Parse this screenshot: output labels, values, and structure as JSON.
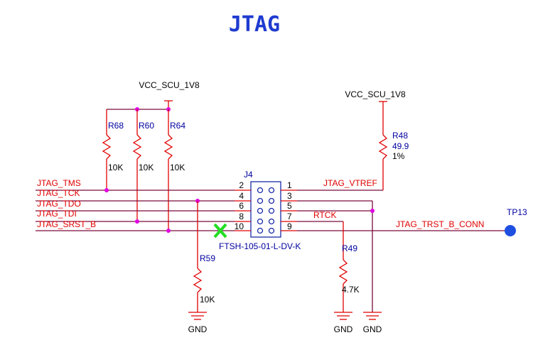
{
  "title": "JTAG",
  "power": {
    "left": "VCC_SCU_1V8",
    "right": "VCC_SCU_1V8"
  },
  "resistors": {
    "r68": {
      "ref": "R68",
      "value": "10K"
    },
    "r60": {
      "ref": "R60",
      "value": "10K"
    },
    "r64": {
      "ref": "R64",
      "value": "10K"
    },
    "r48": {
      "ref": "R48",
      "value": "49.9",
      "tolerance": "1%"
    },
    "r59": {
      "ref": "R59",
      "value": "10K"
    },
    "r49": {
      "ref": "R49",
      "value": "4.7K"
    }
  },
  "nets": {
    "tms": "JTAG_TMS",
    "tck": "JTAG_TCK",
    "tdo": "JTAG_TDO",
    "tdi": "JTAG_TDI",
    "srst": "JTAG_SRST_B",
    "vtref": "JTAG_VTREF",
    "rtck": "RTCK",
    "trst": "JTAG_TRST_B_CONN"
  },
  "connector": {
    "ref": "J4",
    "part": "FTSH-105-01-L-DV-K",
    "left_pins": [
      "2",
      "4",
      "6",
      "8",
      "10"
    ],
    "right_pins": [
      "1",
      "3",
      "5",
      "7",
      "9"
    ]
  },
  "testpoint": "TP13",
  "ground": {
    "g1": "GND",
    "g2": "GND",
    "g3": "GND"
  }
}
